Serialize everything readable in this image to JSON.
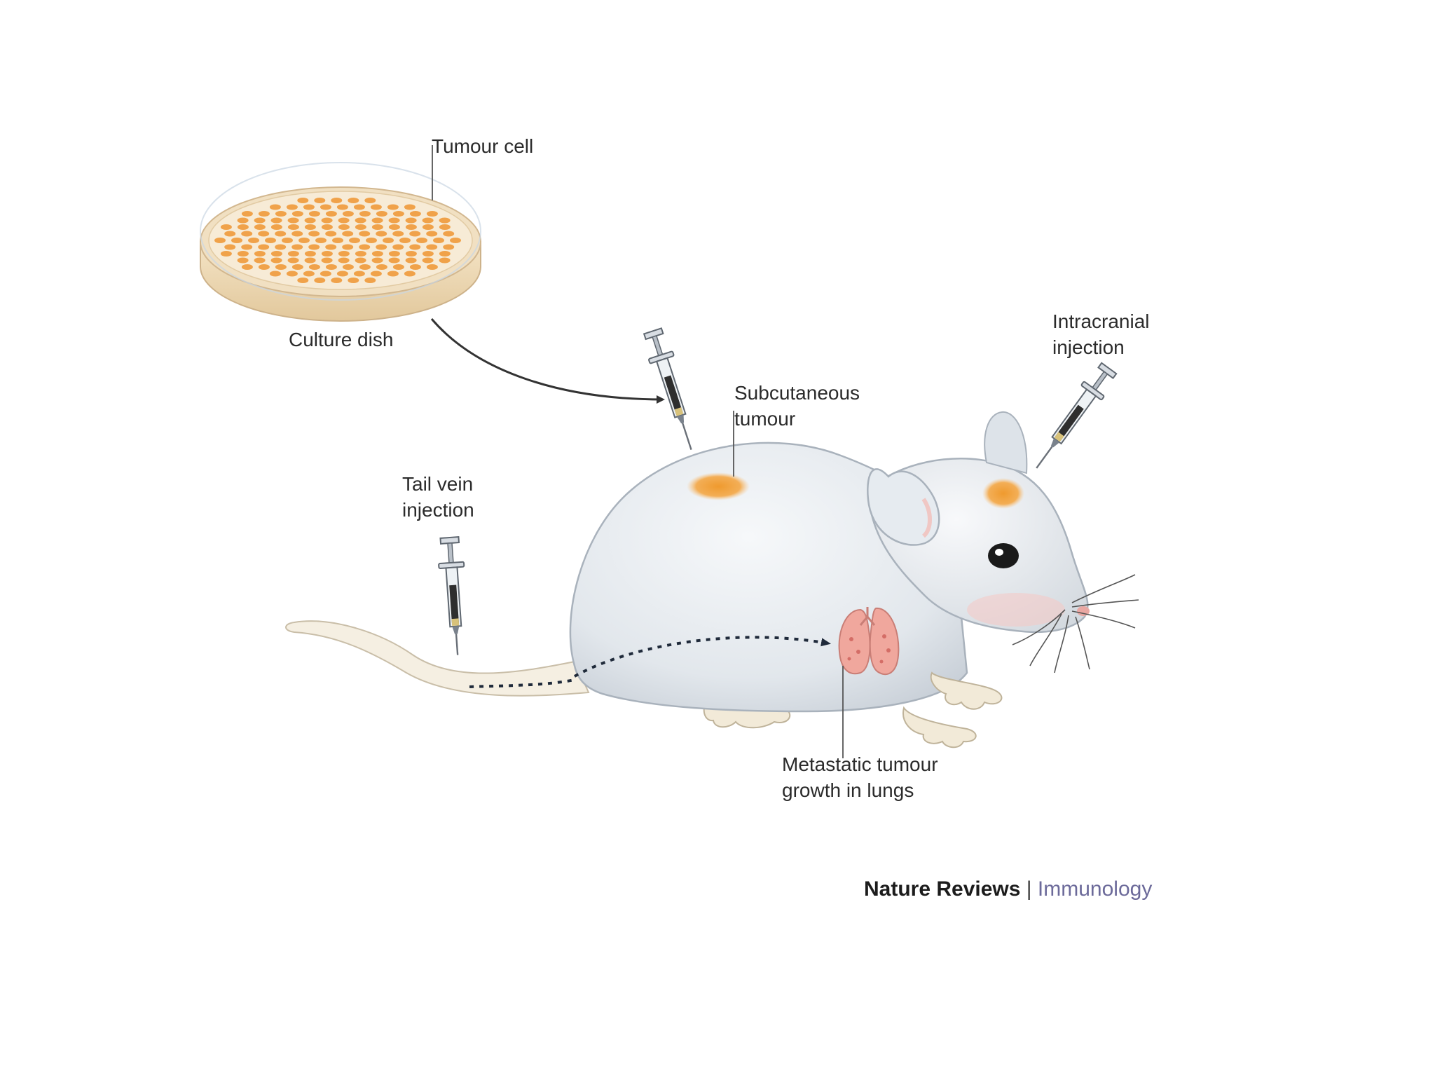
{
  "labels": {
    "tumour_cell": "Tumour cell",
    "culture_dish": "Culture dish",
    "subcutaneous_line1": "Subcutaneous",
    "subcutaneous_line2": "tumour",
    "intracranial_line1": "Intracranial",
    "intracranial_line2": "injection",
    "tail_vein_line1": "Tail vein",
    "tail_vein_line2": "injection",
    "metastatic_line1": "Metastatic tumour",
    "metastatic_line2": "growth in lungs"
  },
  "credit": {
    "journal": "Nature Reviews",
    "separator": "|",
    "section": "Immunology"
  },
  "colors": {
    "mouse_body": "#e4e9ee",
    "tumour": "#f0a038",
    "lungs": "#eea59c",
    "dish_rim": "#e9d7b6",
    "credit_section": "#6c6a9a"
  },
  "icons": [
    "culture-dish-icon",
    "syringe-icon",
    "mouse-icon",
    "lungs-icon"
  ]
}
